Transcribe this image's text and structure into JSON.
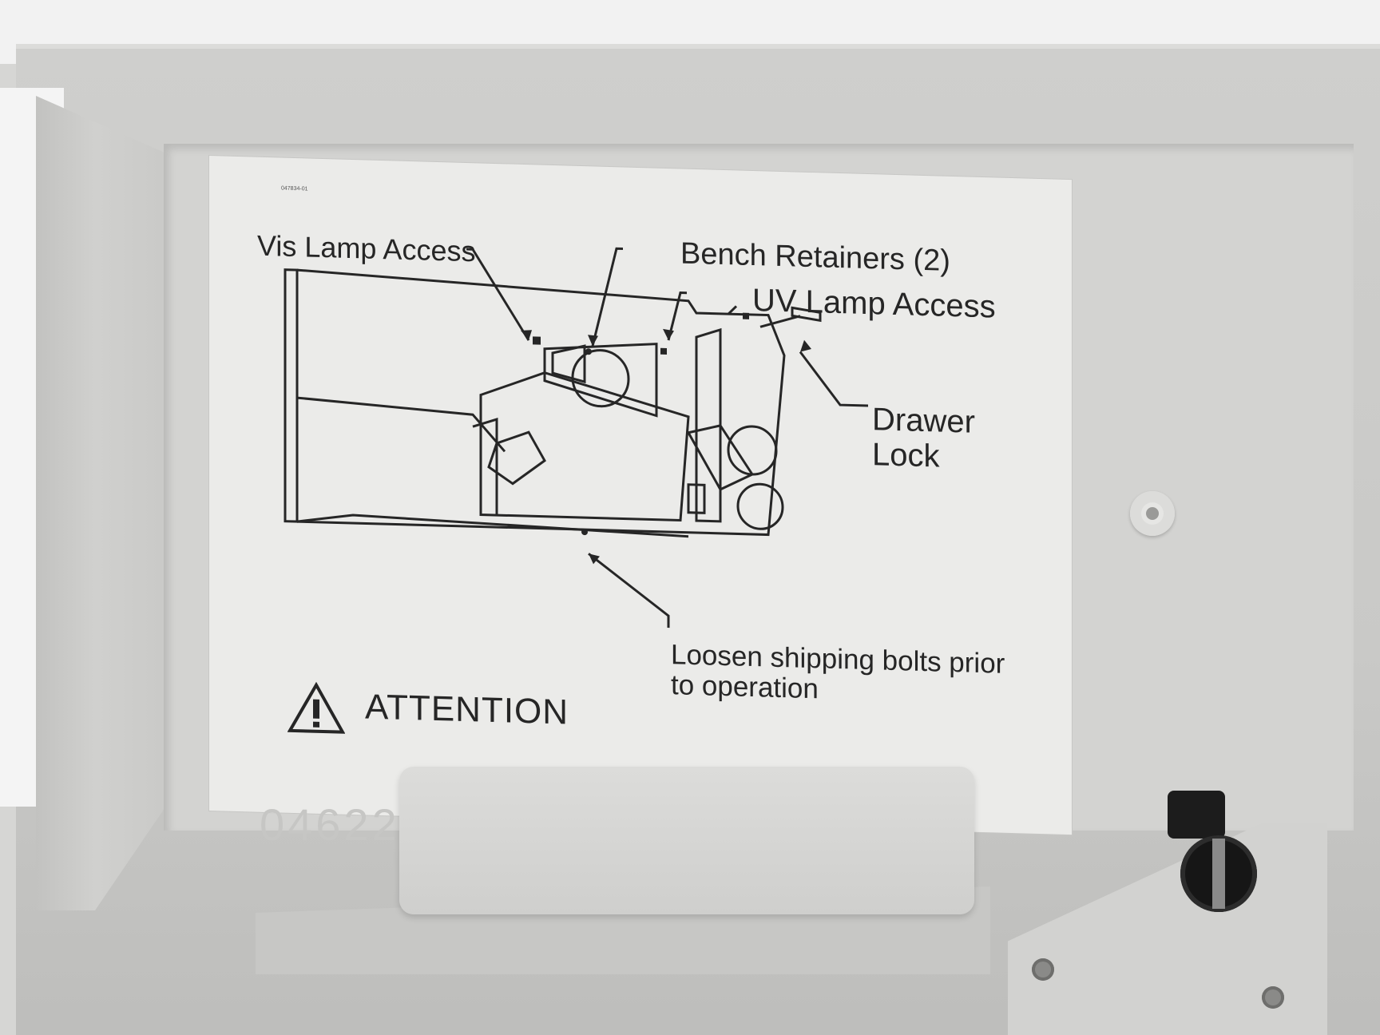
{
  "label": {
    "part_number": "047834-01",
    "callouts": {
      "vis_lamp": "Vis Lamp Access",
      "bench_retainers": "Bench Retainers (2)",
      "uv_lamp": "UV Lamp Access",
      "drawer_lock": "Drawer Lock",
      "loosen_bolts": "Loosen shipping bolts prior to operation"
    },
    "warning": "ATTENTION",
    "warning_icon": "warning-triangle-icon"
  },
  "housing": {
    "embossed_number": "04622"
  }
}
